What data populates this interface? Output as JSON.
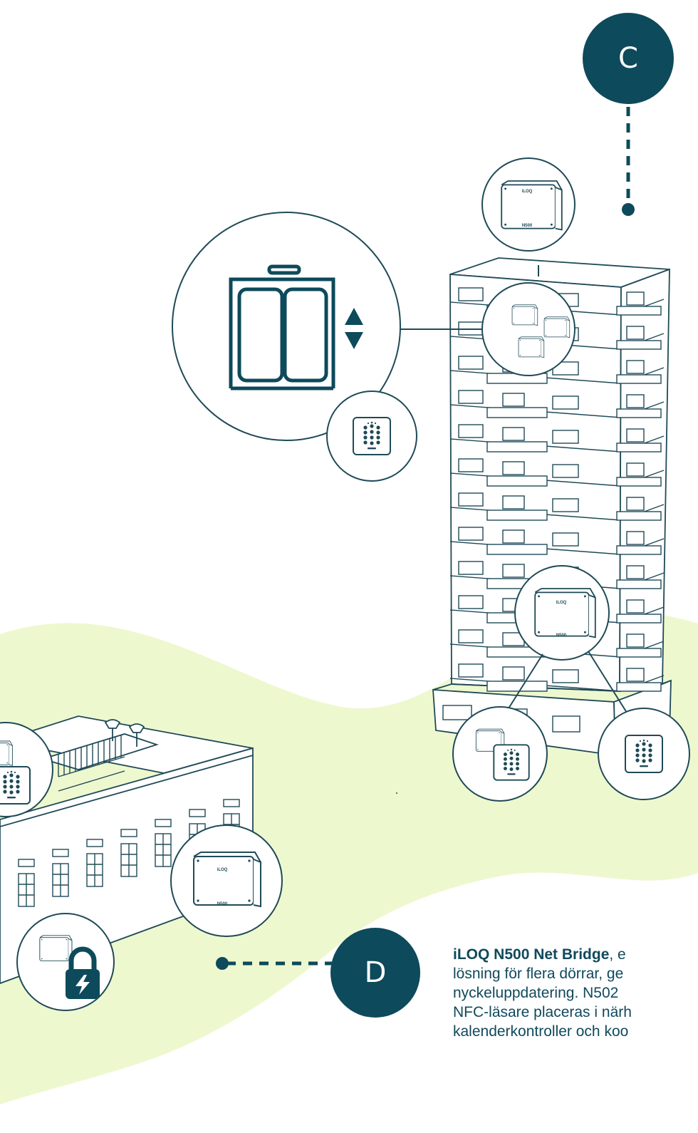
{
  "badges": {
    "c": "C",
    "d": "D"
  },
  "device_labels": {
    "brand": "iLOQ",
    "model": "N500",
    "nfc": "((•))"
  },
  "caption": {
    "strong": "iLOQ N500 Net Bridge",
    "line1_rest": ", e",
    "line2": "lösning för flera dörrar, ge",
    "line3": "nyckeluppdatering. N502",
    "line4": "NFC-läsare placeras i närh",
    "line5": "kalenderkontroller och koo"
  },
  "colors": {
    "teal": "#0d4a5b",
    "stroke": "#1f4a57",
    "green": "#eef8cf",
    "white": "#ffffff"
  }
}
